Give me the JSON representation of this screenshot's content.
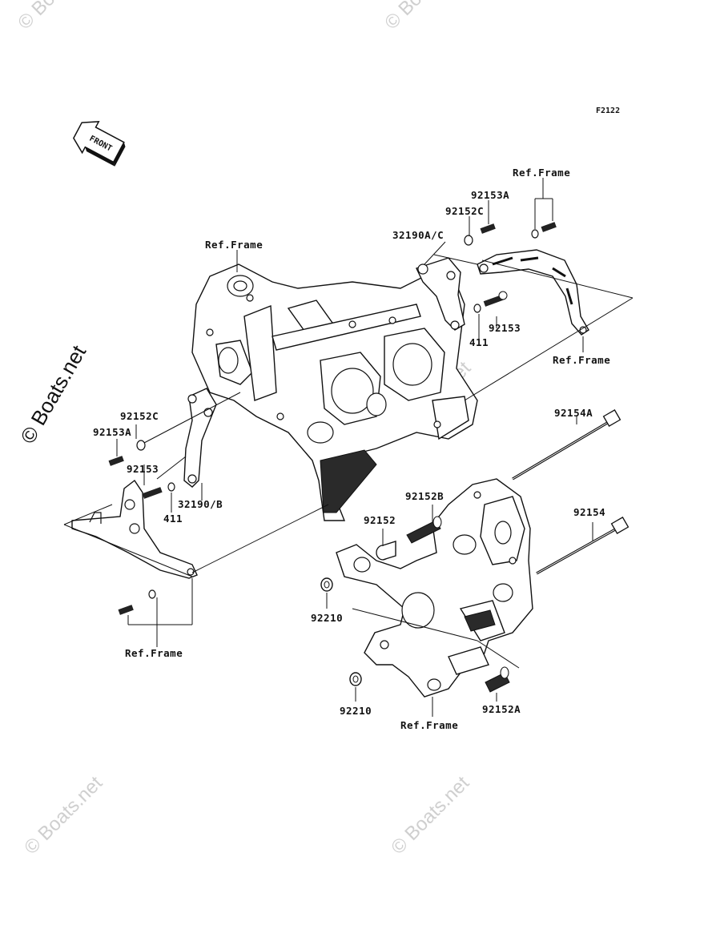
{
  "figure_code": "F2122",
  "front_arrow": "FRONT",
  "watermarks": {
    "main": "© Boats.net",
    "tile": "© Boats.net"
  },
  "labels": {
    "ref_frame_top_left": "Ref.Frame",
    "ref_frame_top_right": "Ref.Frame",
    "ref_frame_right": "Ref.Frame",
    "ref_frame_bottom_left": "Ref.Frame",
    "ref_frame_bottom_center": "Ref.Frame",
    "p92153A_top": "92153A",
    "p92152C_top": "92152C",
    "p32190AC": "32190A/C",
    "p92153_right": "92153",
    "p411_right": "411",
    "p92152C_left": "92152C",
    "p92153A_left": "92153A",
    "p92153_left": "92153",
    "p411_left": "411",
    "p32190B": "32190/B",
    "p92154A": "92154A",
    "p92154": "92154",
    "p92152B": "92152B",
    "p92152": "92152",
    "p92210_upper": "92210",
    "p92210_lower": "92210",
    "p92152A": "92152A"
  },
  "icons": {
    "front": "front-direction-arrow-icon",
    "copyright": "copyright-icon"
  }
}
